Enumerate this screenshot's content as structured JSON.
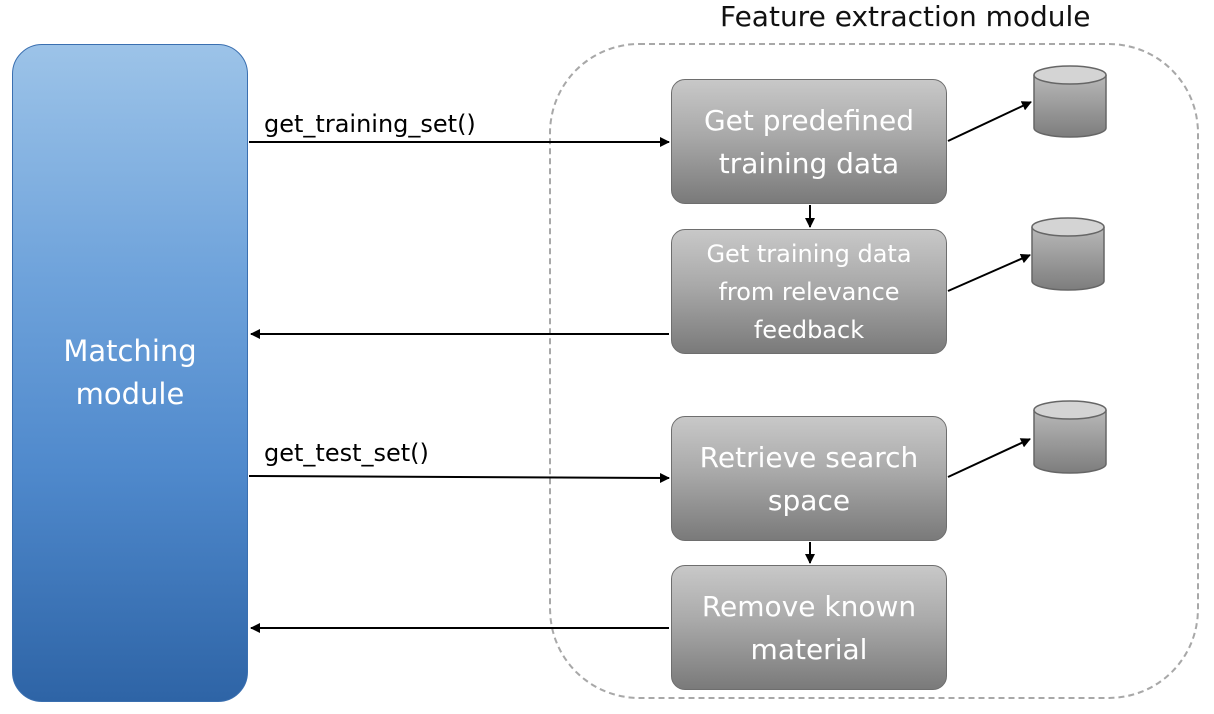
{
  "feature_module": {
    "title": "Feature extraction module"
  },
  "matching_module": {
    "label_line1": "Matching",
    "label_line2": "module"
  },
  "calls": {
    "training": "get_training_set()",
    "test": "get_test_set()"
  },
  "steps": [
    {
      "line1": "Get predefined",
      "line2": "training data"
    },
    {
      "line1": "Get training data",
      "line2": "from relevance",
      "line3": "feedback"
    },
    {
      "line1": "Retrieve search",
      "line2": "space"
    },
    {
      "line1": "Remove known",
      "line2": "material"
    }
  ],
  "colors": {
    "matching_top": "#9cc3e8",
    "matching_bottom": "#2e64a6",
    "step_top": "#c8c8c8",
    "step_bottom": "#7a7a7a",
    "dashed_border": "#a8a8a8"
  },
  "icons": [
    "database-icon",
    "database-icon",
    "database-icon"
  ]
}
